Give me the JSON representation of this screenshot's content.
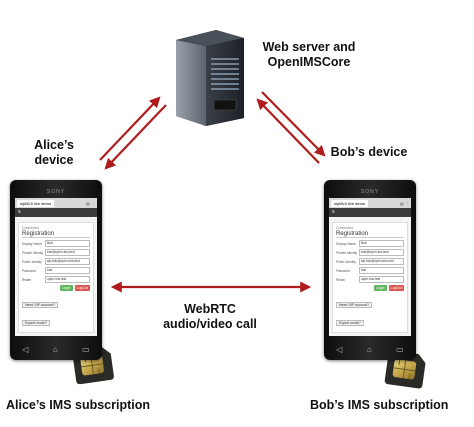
{
  "labels": {
    "server_line1": "Web server and",
    "server_line2": "OpenIMSCore",
    "alice_device_line1": "Alice’s",
    "alice_device_line2": "device",
    "bob_device": "Bob’s device",
    "webrtc_line1": "WebRTC",
    "webrtc_line2": "audio/video call",
    "alice_subscription": "Alice’s IMS subscription",
    "bob_subscription": "Bob’s IMS subscription"
  },
  "phone": {
    "brand": "SONY",
    "tab_title": "sipML5 live demo",
    "status": "Connected",
    "heading": "Registration",
    "fields": [
      {
        "label": "Display Name",
        "value": "Bob"
      },
      {
        "label": "Private Identity",
        "value": "bob@open-ims.test"
      },
      {
        "label": "Public Identity",
        "value": "sip:bob@open-ims.test"
      },
      {
        "label": "Password",
        "value": "bob"
      },
      {
        "label": "Realm",
        "value": "open-ims.test"
      }
    ],
    "login_label": "LogIn",
    "logout_label": "LogOut",
    "link1": "Need SIP account?",
    "link2": "Expert mode?",
    "notice": "Expert mode?"
  },
  "colors": {
    "arrow": "#b01c1c",
    "server_body": "#2b2f36",
    "phone_body": "#1a1a1a"
  }
}
